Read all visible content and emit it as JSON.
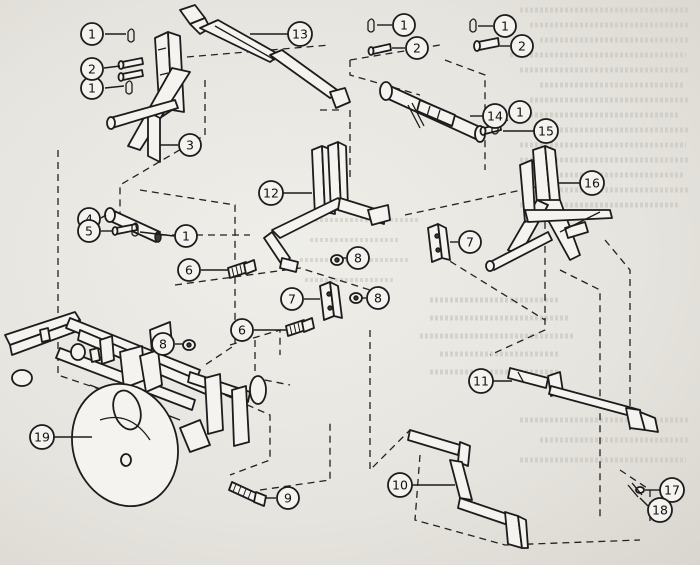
{
  "diagram": {
    "callouts": [
      {
        "id": "c1a",
        "label": "1"
      },
      {
        "id": "c1b",
        "label": "1"
      },
      {
        "id": "c1c",
        "label": "1"
      },
      {
        "id": "c1d",
        "label": "1"
      },
      {
        "id": "c1e",
        "label": "1"
      },
      {
        "id": "c1f",
        "label": "1"
      },
      {
        "id": "c2a",
        "label": "2"
      },
      {
        "id": "c2b",
        "label": "2"
      },
      {
        "id": "c2c",
        "label": "2"
      },
      {
        "id": "c3",
        "label": "3"
      },
      {
        "id": "c4",
        "label": "4"
      },
      {
        "id": "c5",
        "label": "5"
      },
      {
        "id": "c6a",
        "label": "6"
      },
      {
        "id": "c6b",
        "label": "6"
      },
      {
        "id": "c7a",
        "label": "7"
      },
      {
        "id": "c7b",
        "label": "7"
      },
      {
        "id": "c8a",
        "label": "8"
      },
      {
        "id": "c8b",
        "label": "8"
      },
      {
        "id": "c8c",
        "label": "8"
      },
      {
        "id": "c9",
        "label": "9"
      },
      {
        "id": "c10",
        "label": "10"
      },
      {
        "id": "c11",
        "label": "11"
      },
      {
        "id": "c12",
        "label": "12"
      },
      {
        "id": "c13",
        "label": "13"
      },
      {
        "id": "c14",
        "label": "14"
      },
      {
        "id": "c15",
        "label": "15"
      },
      {
        "id": "c16",
        "label": "16"
      },
      {
        "id": "c17",
        "label": "17"
      },
      {
        "id": "c18",
        "label": "18"
      },
      {
        "id": "c19",
        "label": "19"
      }
    ],
    "ink_color": "#1c1c1c",
    "paper_color": "#efeee9"
  }
}
